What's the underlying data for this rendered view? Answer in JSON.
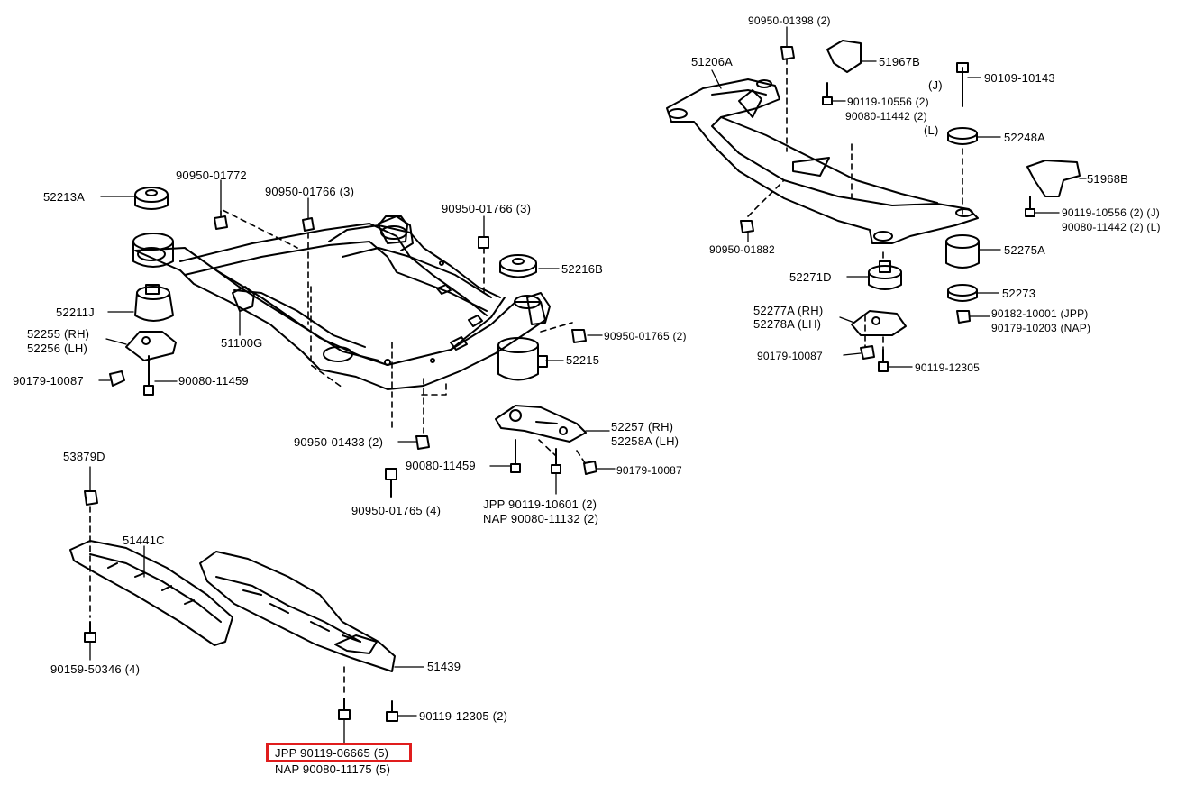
{
  "colors": {
    "line": "#000000",
    "highlight": "#e01d1d",
    "background": "#ffffff"
  },
  "highlight": {
    "part_text": "JPP 90119-06665 (5)"
  },
  "labels": {
    "p52213A": "52213A",
    "p90950_01772": "90950-01772",
    "p90950_01766_3a": "90950-01766 (3)",
    "p90950_01766_3b": "90950-01766 (3)",
    "p52216B": "52216B",
    "p52211J": "52211J",
    "p52255": "52255 (RH)",
    "p52256": "52256 (LH)",
    "p51100G": "51100G",
    "p90950_01765_2": "90950-01765 (2)",
    "p52215": "52215",
    "p90179_10087_a": "90179-10087",
    "p90080_11459_a": "90080-11459",
    "p52257": "52257   (RH)",
    "p52258A": "52258A (LH)",
    "p90950_01433": "90950-01433 (2)",
    "p90080_11459_b": "90080-11459",
    "p90179_10087_b": "90179-10087",
    "p53879D": "53879D",
    "p90950_01765_4": "90950-01765 (4)",
    "jpp_a": "JPP  90119-10601 (2)",
    "nap_a": "NAP  90080-11132 (2)",
    "p51441C": "51441C",
    "p51439": "51439",
    "p90159_50346": "90159-50346 (4)",
    "p90119_12305_2": "90119-12305 (2)",
    "nap_b": "NAP 90080-11175 (5)",
    "p90950_01398": "90950-01398 (2)",
    "p51206A": "51206A",
    "p51967B": "51967B",
    "p90109_10143": "90109-10143",
    "j_a": "(J)",
    "p90119_10556_a": "90119-10556 (2)",
    "p90080_11442_a": "90080-11442 (2)",
    "l_a": "(L)",
    "p52248A": "52248A",
    "p51968B": "51968B",
    "p90119_10556_b": "90119-10556 (2)  (J)",
    "p90080_11442_b": "90080-11442 (2)  (L)",
    "p90950_01882": "90950-01882",
    "p52275A": "52275A",
    "p52271D": "52271D",
    "p52273": "52273",
    "p52277A": "52277A (RH)",
    "p52278A": "52278A (LH)",
    "p90182": "90182-10001 (JPP)",
    "p90179_10203": "90179-10203 (NAP)",
    "p90179_10087_c": "90179-10087",
    "p90119_12305": "90119-12305"
  }
}
